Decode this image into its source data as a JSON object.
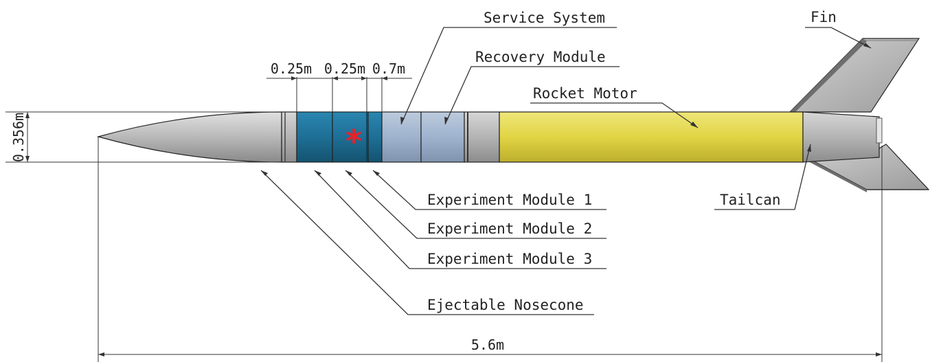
{
  "labels": {
    "service_system": "Service System",
    "recovery_module": "Recovery Module",
    "rocket_motor": "Rocket Motor",
    "fin": "Fin",
    "tailcan": "Tailcan",
    "experiment_module_1": "Experiment Module 1",
    "experiment_module_2": "Experiment Module 2",
    "experiment_module_3": "Experiment Module 3",
    "ejectable_nosecone": "Ejectable Nosecone"
  },
  "dimensions": {
    "diameter": "0.356m",
    "total_length": "5.6m",
    "module_length_1": "0.25m",
    "module_length_2": "0.25m",
    "module_length_3": "0.7m"
  },
  "marker": "*",
  "colors": {
    "experiment_modules": "#1e6f96",
    "service_recovery": "#9fb3cf",
    "rocket_motor": "#e4d84a",
    "body_grey": "#b4b4b4",
    "marker": "#e8212a"
  }
}
